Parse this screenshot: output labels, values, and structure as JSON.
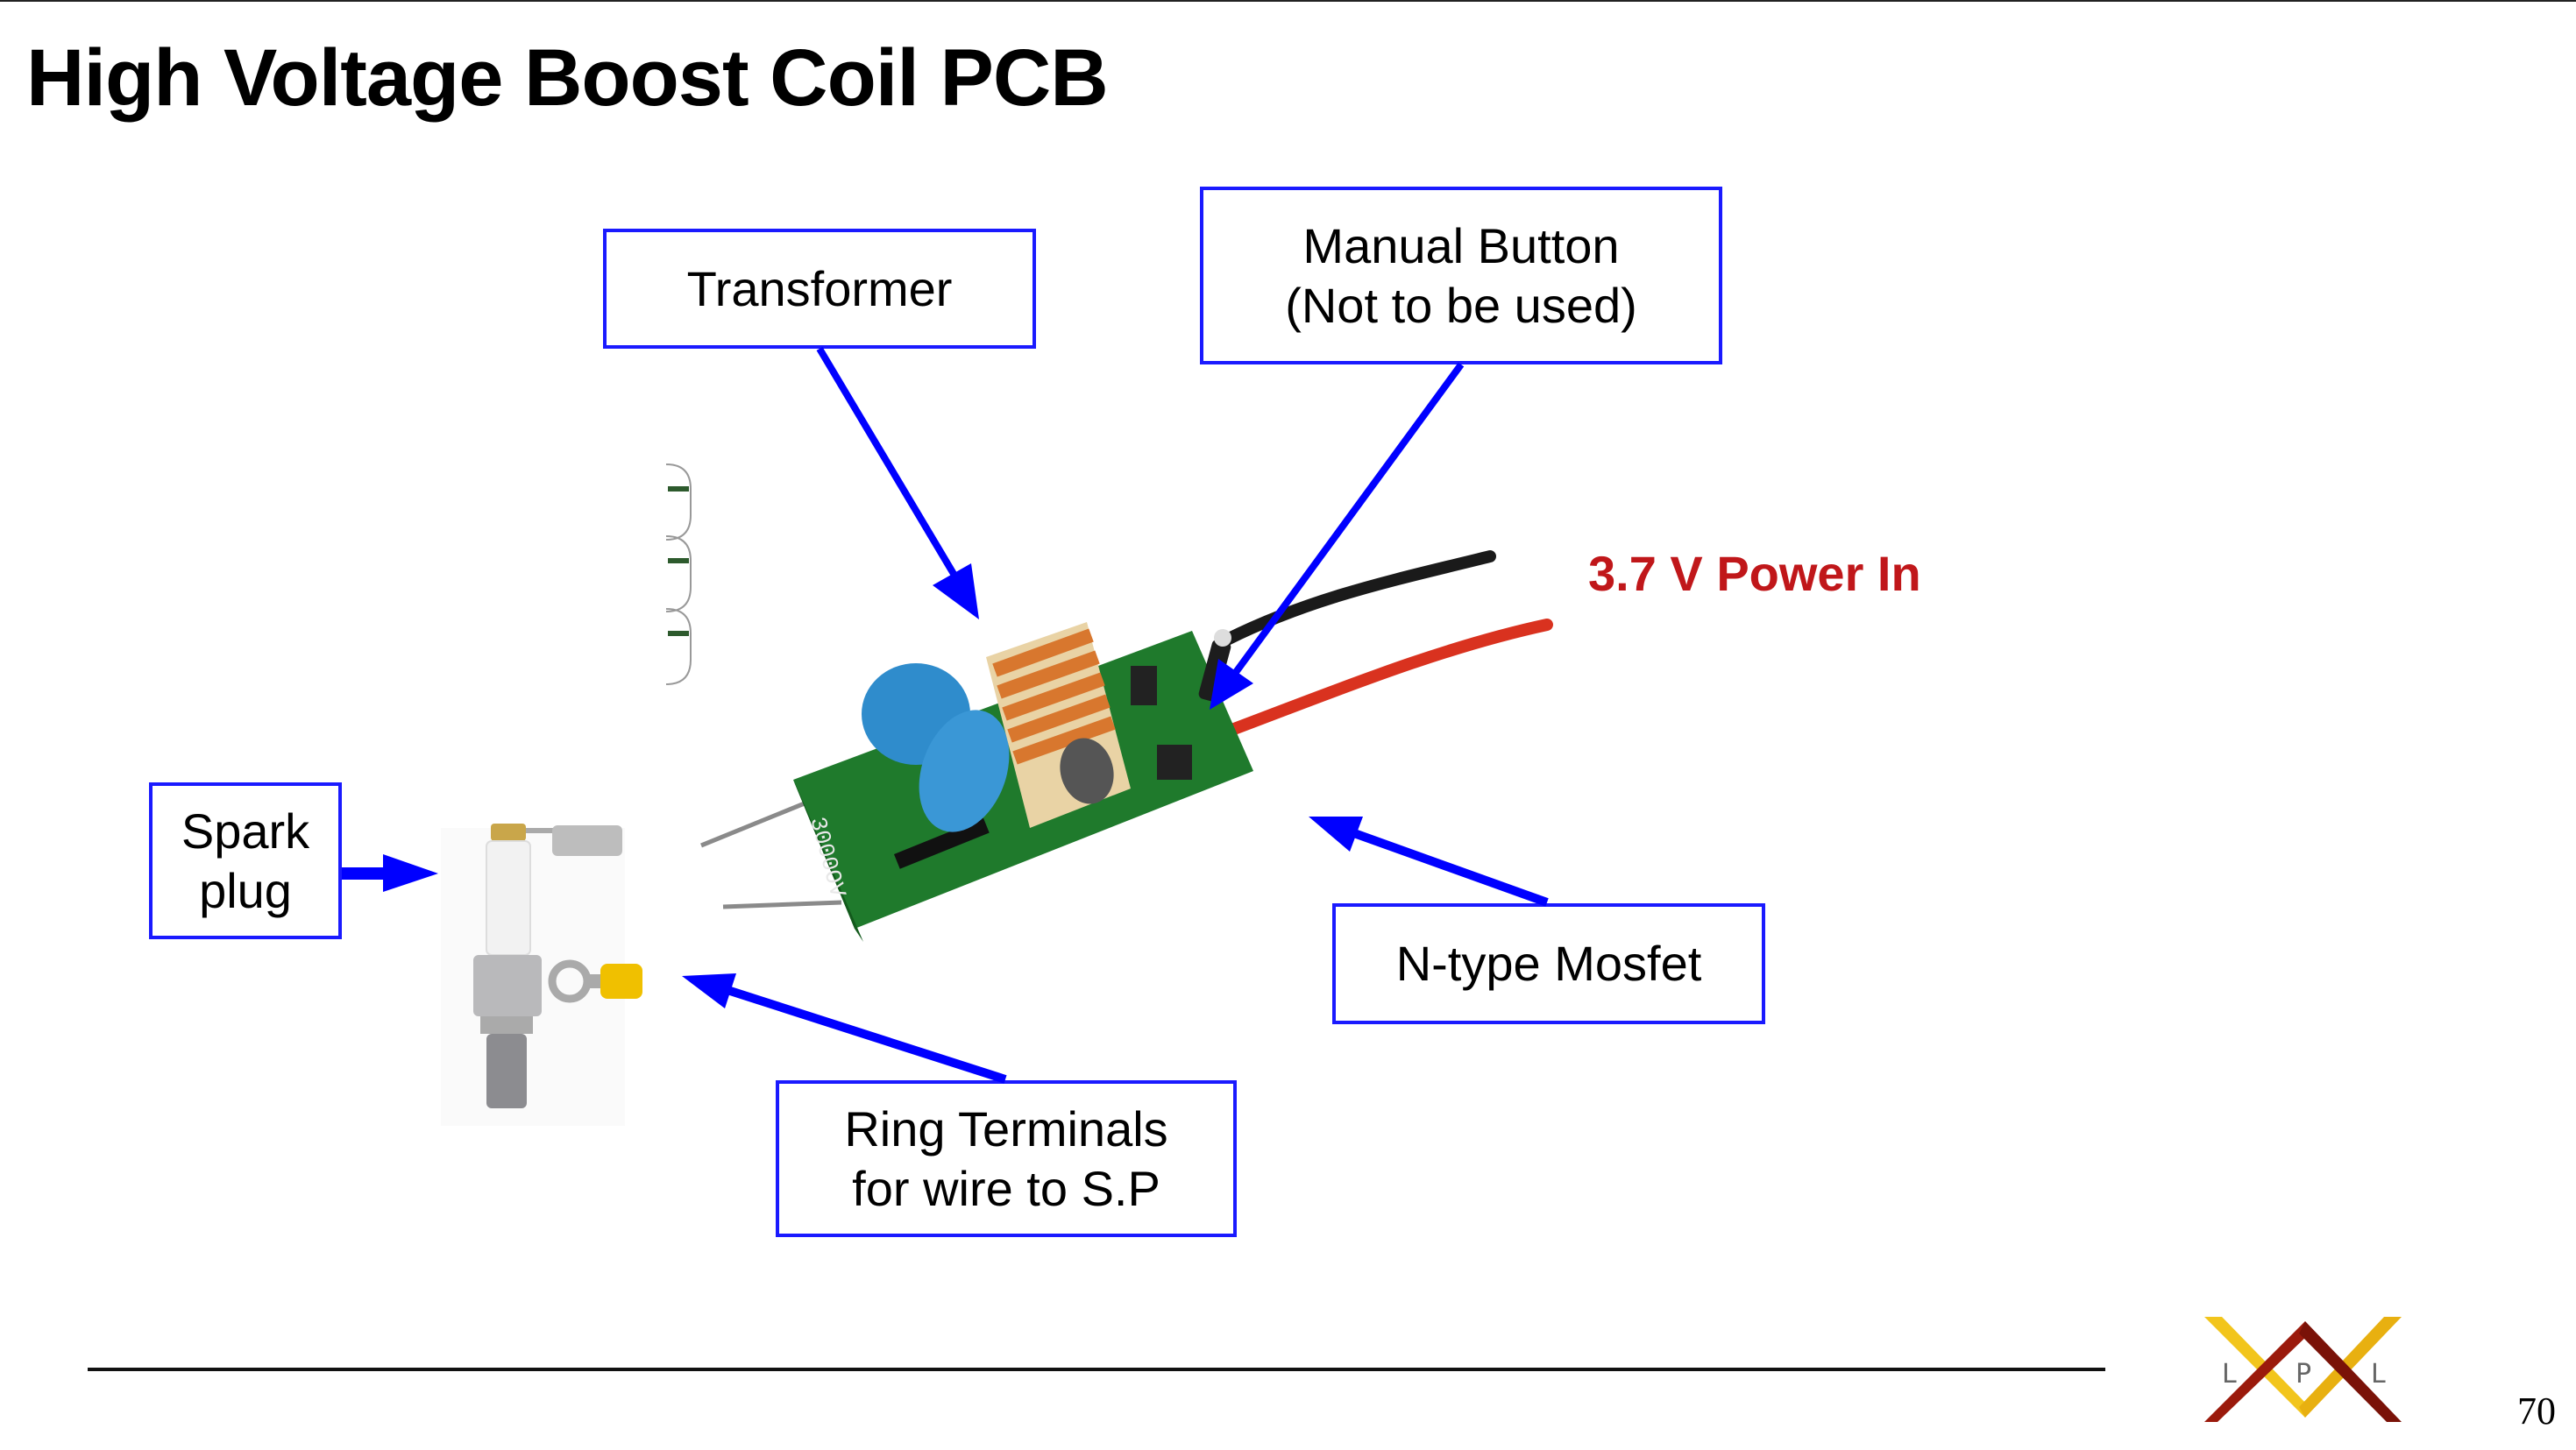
{
  "slide": {
    "title": "High Voltage Boost Coil PCB",
    "page_number": "70"
  },
  "callouts": {
    "transformer": {
      "lines": [
        "Transformer"
      ]
    },
    "manual_button": {
      "lines": [
        "Manual Button",
        "(Not to be used)"
      ]
    },
    "spark_plug": {
      "lines": [
        "Spark",
        "plug"
      ]
    },
    "n_type_mosfet": {
      "lines": [
        "N-type Mosfet"
      ]
    },
    "ring_terminals": {
      "lines": [
        "Ring Terminals",
        "for wire to S.P"
      ]
    }
  },
  "power_label": "3.7 V Power In",
  "logo": {
    "letters": [
      "L",
      "P",
      "L"
    ]
  },
  "images": {
    "pcb": "high-voltage-boost-coil-pcb-photo",
    "spark_plug": "spark-plug-photo",
    "ring_terminal": "ring-terminal-photo"
  },
  "colors": {
    "callout_border": "#1a1aff",
    "arrow": "#0000ff",
    "power_label": "#c0171a",
    "logo_red": "#9b1a0c",
    "logo_yellow": "#f2c51c"
  }
}
